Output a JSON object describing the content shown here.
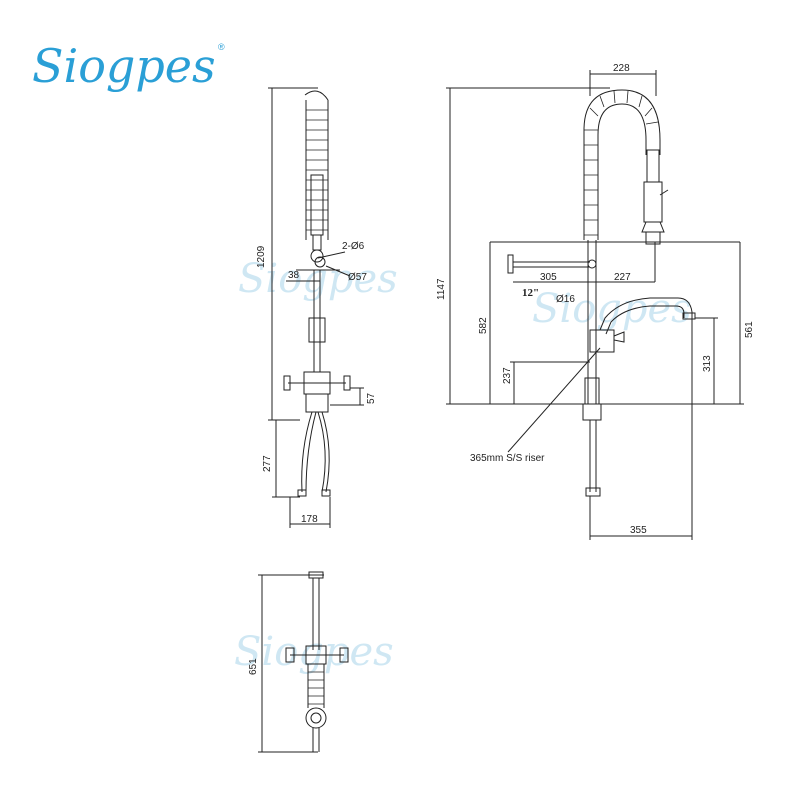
{
  "brand": {
    "name": "Siogpes",
    "registered_mark": "®",
    "color": "#2a9fd6",
    "watermark_color": "#bfe0f0"
  },
  "front_view": {
    "height": "1209",
    "hose_holes": "2-Ø6",
    "offset": "38",
    "ring": "Ø57",
    "base_height": "57",
    "hose_length": "277",
    "hose_spread": "178"
  },
  "side_view": {
    "spring_width": "228",
    "total_height": "1147",
    "bracket_left": "305",
    "bracket_right": "227",
    "wall_gap": "12\"",
    "riser_dia": "Ø16",
    "spout_height": "582",
    "counter_height": "237",
    "spout_drop": "313",
    "right_height": "561",
    "riser_note": "365mm S/S riser",
    "spout_reach": "355"
  },
  "top_view": {
    "height": "651"
  }
}
